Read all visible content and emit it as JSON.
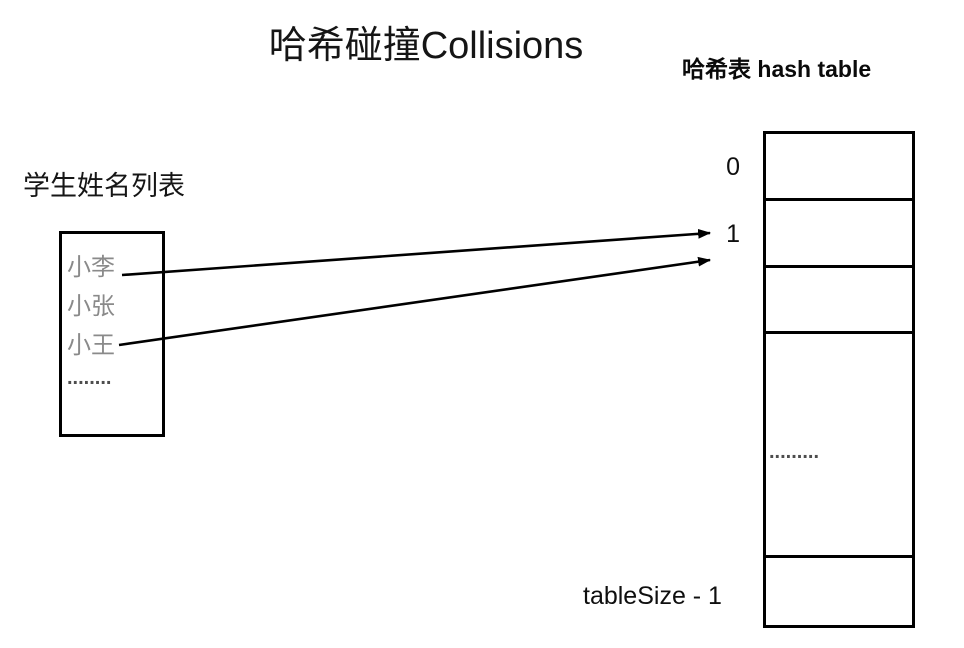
{
  "title": "哈希碰撞Collisions",
  "student_list": {
    "heading": "学生姓名列表",
    "items": [
      "小李",
      "小张",
      "小王"
    ],
    "ellipsis": "........"
  },
  "hash_table": {
    "heading": "哈希表 hash table",
    "index_top": "0",
    "index_collision": "1",
    "index_bottom": "tableSize - 1",
    "ellipsis": ".........",
    "visible_cell_count": 5
  },
  "arrows": [
    {
      "from": "小李",
      "to_index": "1"
    },
    {
      "from": "小王",
      "to_index": "1"
    }
  ],
  "colors": {
    "background": "#ffffff",
    "line_black": "#000000",
    "heading_black": "#0a0a0a",
    "name_gray": "#8a8a8a",
    "ellipsis_gray": "#4d4d4d"
  }
}
